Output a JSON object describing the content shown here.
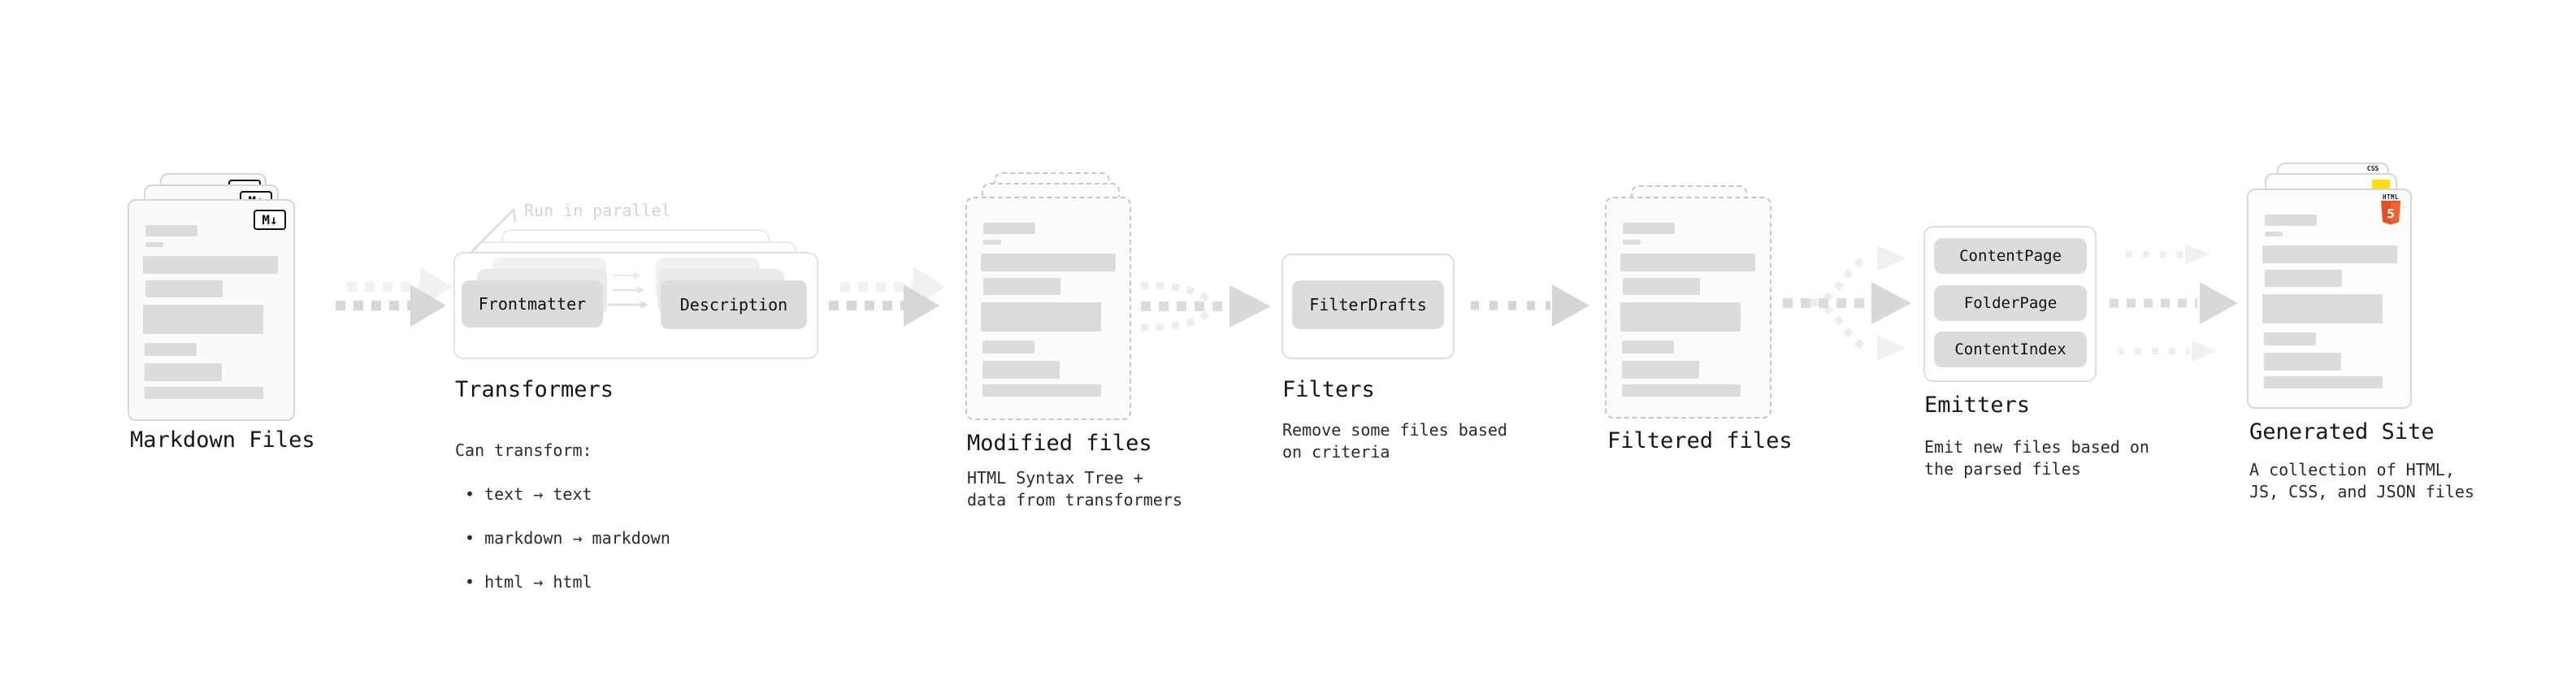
{
  "colors": {
    "accent_html5": "#e44d26",
    "accent_html5_light": "#f16529",
    "accent_css": "#2b63f6",
    "accent_js": "#ffdf00",
    "arrow_main": "#d7d7d7",
    "arrow_faint": "#f0f0f0"
  },
  "stages": {
    "markdown": {
      "label": "Markdown Files",
      "badge": "M↓"
    },
    "transformers": {
      "label": "Transformers",
      "annotation": "Run in parallel",
      "pill_left": "Frontmatter",
      "pill_right": "Description",
      "desc_title": "Can transform:",
      "bullets": [
        "• text → text",
        "• markdown → markdown",
        "• html → html"
      ]
    },
    "modified": {
      "label": "Modified files",
      "desc": "HTML Syntax Tree +\ndata from transformers"
    },
    "filters": {
      "label": "Filters",
      "pill": "FilterDrafts",
      "desc": "Remove some files based\non criteria"
    },
    "filtered": {
      "label": "Filtered files"
    },
    "emitters": {
      "label": "Emitters",
      "pills": [
        "ContentPage",
        "FolderPage",
        "ContentIndex"
      ],
      "desc": "Emit new files based on\nthe parsed files"
    },
    "generated": {
      "label": "Generated Site",
      "desc": "A collection of HTML,\nJS, CSS, and JSON files",
      "badge_css": "CSS",
      "badge_html_text": "HTML",
      "badge_html_number": "5"
    }
  }
}
